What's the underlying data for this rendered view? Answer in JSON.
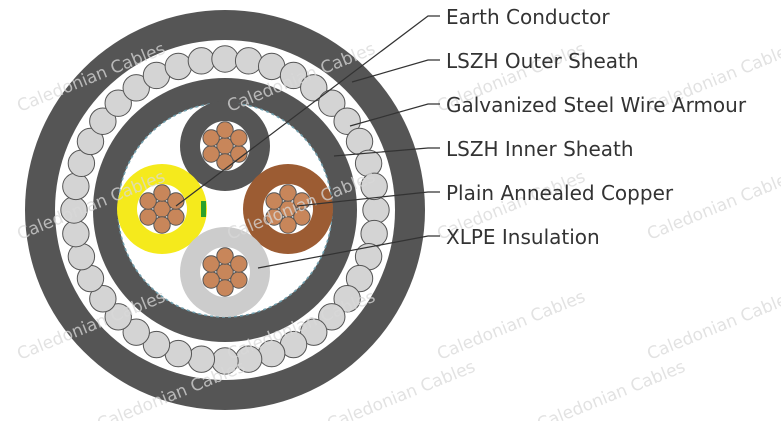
{
  "labels": [
    "Earth Conductor",
    "LSZH Outer Sheath",
    "Galvanized Steel Wire Armour",
    "LSZH Inner Sheath",
    "Plain Annealed Copper",
    "XLPE Insulation"
  ],
  "watermark": "Caledonian Cables",
  "colors": {
    "outer_sheath": "#555555",
    "armour_wire": "#d4d4d4",
    "inner_sheath": "#555555",
    "filler": "#ffffff",
    "binder": "#6f9fae",
    "copper": "#c8865a",
    "insulation_yellow": "#f5ea1c",
    "insulation_brown": "#9c5c33",
    "insulation_grey": "#cccccc",
    "insulation_black": "#555555",
    "earth_stripe": "#2aa12a",
    "leader": "#333333",
    "label_text": "#333333"
  }
}
